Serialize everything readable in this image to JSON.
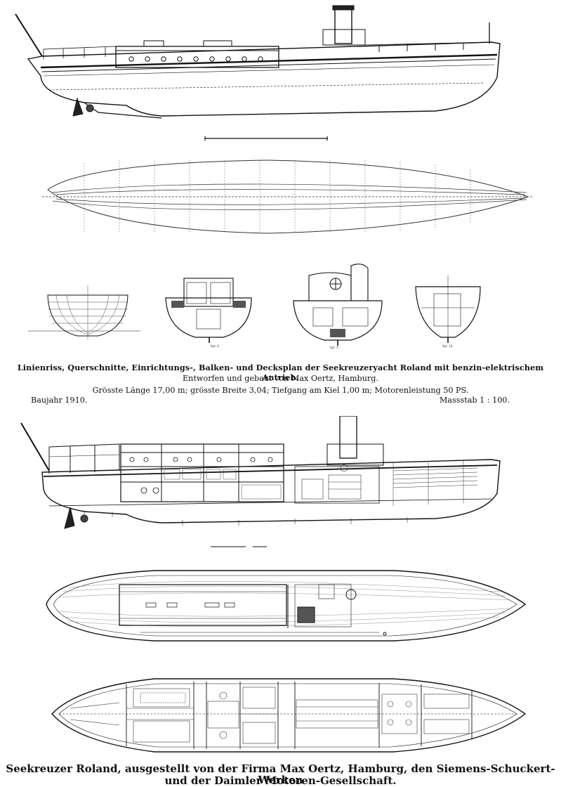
{
  "caption": {
    "line1": "Linienriss, Querschnitte, Einrichtungs-, Balken- und Decksplan der Seekreuzeryacht Roland mit benzin-elektrischem Antrieb.",
    "line2": "Entworfen und gebaut von Max Oertz, Hamburg.",
    "line3": "Grösste Länge 17,00 m; grösste Breite 3,04; Tiefgang am Kiel 1,00 m; Motorenleistung 50 PS.",
    "year": "Baujahr 1910.",
    "scale": "Massstab 1 : 100."
  },
  "title": {
    "line1": "Seekreuzer Roland, ausgestellt von der Firma Max Oertz, Hamburg, den Siemens-Schuckert-Werken",
    "line2": "und der Daimler Motoren-Gesellschaft."
  },
  "colors": {
    "ink": "#111111",
    "paper": "#ffffff",
    "hatch": "#555555"
  }
}
